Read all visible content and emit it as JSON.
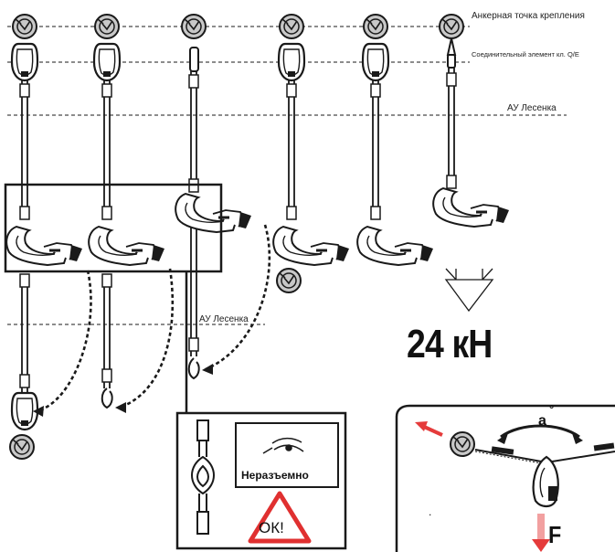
{
  "labels": {
    "anchor_point": "Анкерная точка крепления",
    "connector": "Соединительный элемент кл. Q/E",
    "ladder_top": "АУ Лесенка",
    "ladder_mid": "АУ Лесенка",
    "force_value": "24 кН",
    "non_separable": "Неразъемно",
    "ok": "ОК!",
    "angle_symbol": "a",
    "degree_symbol": "°",
    "force_symbol": "F",
    "dot": "."
  },
  "colors": {
    "line": "#1a1a1a",
    "anchor_fill": "#c8c8c8",
    "warning_red": "#e03030",
    "arrow_red": "#e53b3b",
    "arrow_pink": "#f2a0a0"
  },
  "icons": [
    "anchor-point-icon",
    "carabiner-icon",
    "hook-icon",
    "warning-triangle-icon",
    "eye-icon",
    "arrow-down-icon"
  ]
}
